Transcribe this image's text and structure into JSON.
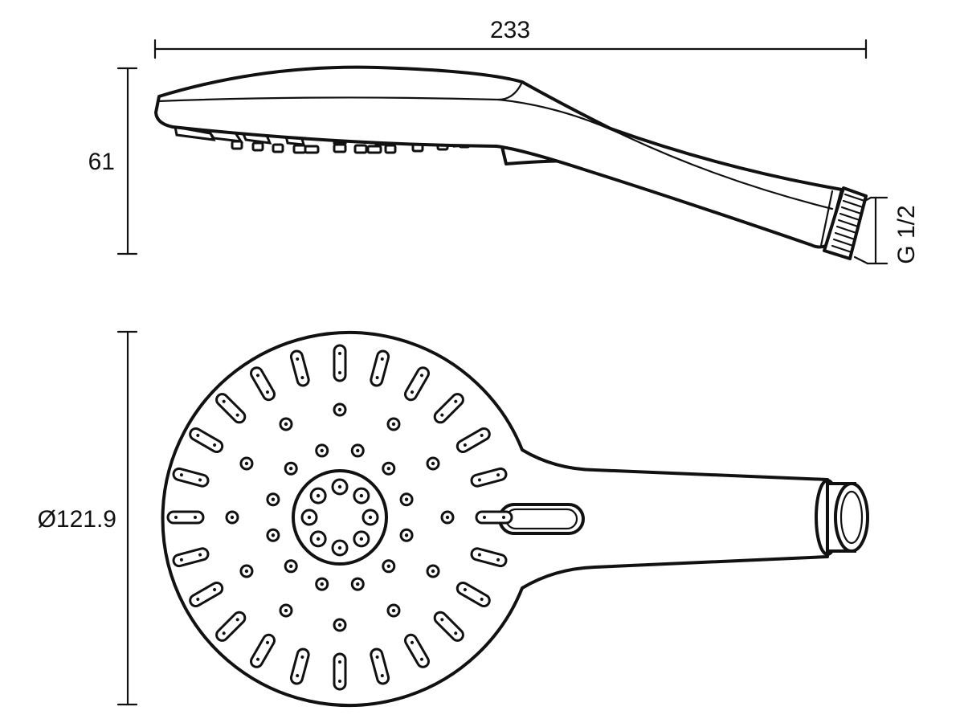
{
  "dimensions": {
    "length": "233",
    "height": "61",
    "diameter": "Ø121.9",
    "thread": "G 1/2"
  },
  "spray_face": {
    "outer_slot_count": 24,
    "middle_ring_nozzle_count": 12,
    "inner_ring_nozzle_count": 12,
    "center_nozzle_count": 8
  }
}
